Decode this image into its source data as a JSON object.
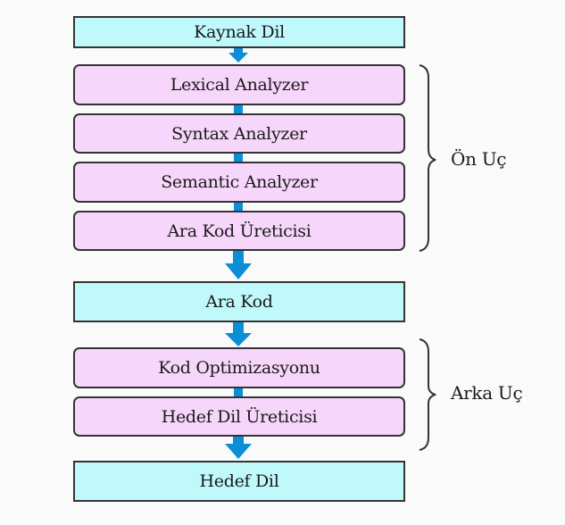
{
  "diagram": {
    "nodes": [
      {
        "id": "source",
        "label": "Kaynak Dil",
        "kind": "io"
      },
      {
        "id": "lexical",
        "label": "Lexical Analyzer",
        "kind": "phase"
      },
      {
        "id": "syntax",
        "label": "Syntax Analyzer",
        "kind": "phase"
      },
      {
        "id": "semantic",
        "label": "Semantic Analyzer",
        "kind": "phase"
      },
      {
        "id": "icg",
        "label": "Ara Kod Üreticisi",
        "kind": "phase"
      },
      {
        "id": "ir",
        "label": "Ara Kod",
        "kind": "io"
      },
      {
        "id": "opt",
        "label": "Kod Optimizasyonu",
        "kind": "phase"
      },
      {
        "id": "codegen",
        "label": "Hedef Dil Üreticisi",
        "kind": "phase"
      },
      {
        "id": "target",
        "label": "Hedef Dil",
        "kind": "io"
      }
    ],
    "groups": [
      {
        "label": "Ön Uç",
        "members": [
          "lexical",
          "syntax",
          "semantic",
          "icg"
        ]
      },
      {
        "label": "Arka Uç",
        "members": [
          "opt",
          "codegen"
        ]
      }
    ],
    "colors": {
      "io_fill": "#bff9fc",
      "phase_fill": "#f7d6fb",
      "arrow": "#0a8ed6",
      "border": "#333333"
    }
  }
}
